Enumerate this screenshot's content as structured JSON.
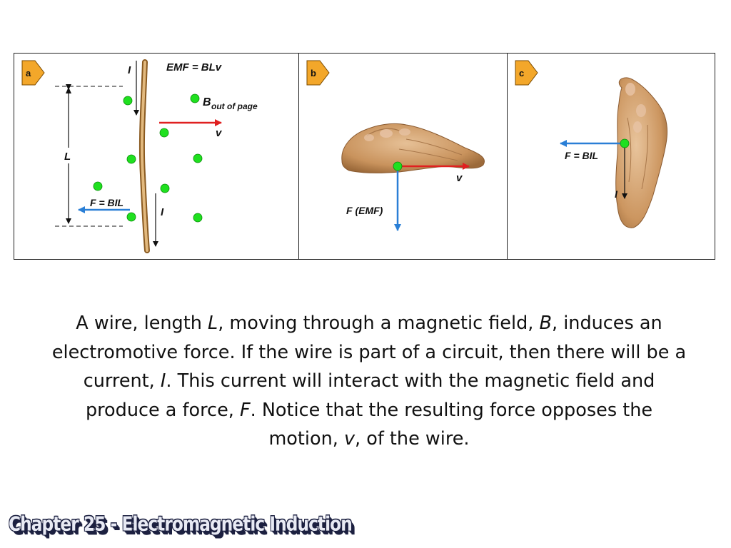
{
  "figure": {
    "panel_a": {
      "badge": "a",
      "emf_label": "EMF = BLv",
      "b_label_main": "B",
      "b_label_sub": "out of page",
      "v_label": "v",
      "l_label": "L",
      "i_label_top": "I",
      "i_label_bottom": "I",
      "f_label": "F = BIL"
    },
    "panel_b": {
      "badge": "b",
      "v_label": "v",
      "f_label": "F (EMF)"
    },
    "panel_c": {
      "badge": "c",
      "f_label": "F = BIL",
      "i_label": "I"
    },
    "colors": {
      "field_dot": "#1fe01f",
      "velocity_arrow": "#e02020",
      "force_arrow": "#2a7fd6",
      "wire": "#b8874a",
      "badge": "#f3a72a",
      "hand": "#d2a374"
    }
  },
  "caption": {
    "p1": "A wire, length ",
    "L": "L",
    "p2": ", moving through a magnetic field, ",
    "B": "B",
    "p3": ", induces an electromotive force. If the wire is part of a circuit, then there will be a current, ",
    "I": "I",
    "p4": ". This current will interact with the magnetic field and produce a force, ",
    "F": "F",
    "p5": ". Notice that the resulting force opposes the motion, ",
    "v": "v",
    "p6": ", of the wire."
  },
  "footer": {
    "title": "Chapter 25 - Electromagnetic Induction"
  }
}
